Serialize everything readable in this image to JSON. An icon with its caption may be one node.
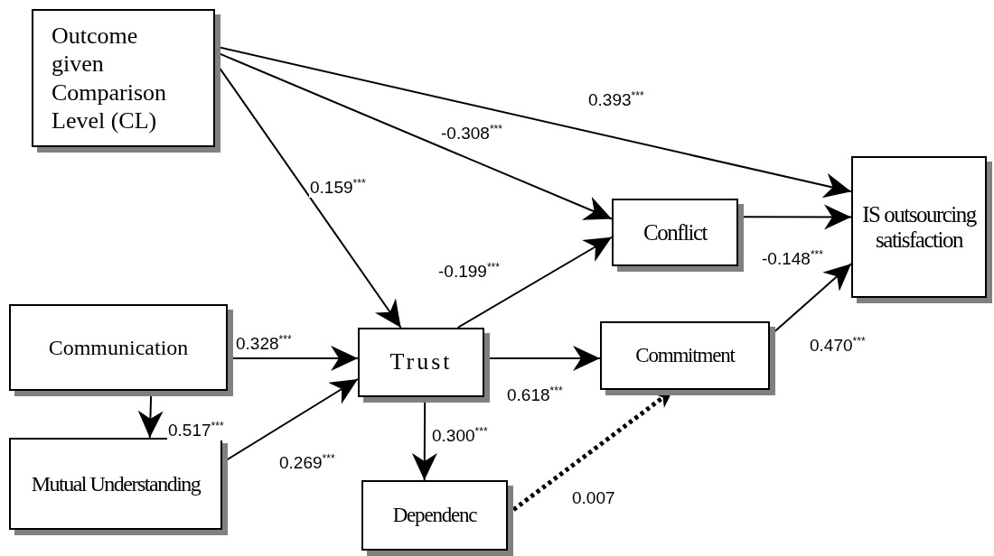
{
  "diagram": {
    "nodes": [
      {
        "text": [
          "Outcome given Comparison Level (CL)"
        ]
      },
      {
        "text": [
          "IS outsourcing satisfaction"
        ]
      },
      {
        "text": [
          "Conflict"
        ]
      },
      {
        "text": [
          "Communication"
        ]
      },
      {
        "text": [
          "Trust"
        ]
      },
      {
        "text": [
          "Commitment"
        ]
      },
      {
        "text": [
          "Mutual Understanding"
        ]
      },
      {
        "text": [
          "Dependenc"
        ]
      }
    ],
    "edges": [
      {
        "from": 0,
        "to": 1,
        "arrow": "to",
        "label": "0.393$^{***}$"
      },
      {
        "from": 0,
        "to": 2,
        "arrow": "to",
        "label": "-0.308$^{***}$"
      },
      {
        "from": 0,
        "to": 4,
        "arrow": "to",
        "label": "0.159$^{***}$"
      },
      {
        "from": 2,
        "to": 1,
        "arrow": "to",
        "label": "-0.148$^{***}$"
      },
      {
        "from": 4,
        "to": 2,
        "arrow": "to",
        "label": "-0.199$^{***}$"
      },
      {
        "from": 5,
        "to": 1,
        "arrow": "to",
        "label": "0.470$^{***}$"
      },
      {
        "from": 3,
        "to": 4,
        "arrow": "to",
        "label": "0.328$^{***}$"
      },
      {
        "from": 3,
        "to": 6,
        "arrow": "to",
        "label": "0.517$^{***}$"
      },
      {
        "from": 6,
        "to": 4,
        "arrow": "to",
        "label": "0.269$^{***}$"
      },
      {
        "from": 4,
        "to": 5,
        "arrow": "to",
        "label": "0.618$^{***}$"
      },
      {
        "from": 4,
        "to": 7,
        "arrow": "to",
        "label": "0.300$^{***}$"
      },
      {
        "from": 7,
        "to": 5,
        "arrow": "to",
        "label": "0.007",
        "style": "dashed"
      }
    ]
  }
}
